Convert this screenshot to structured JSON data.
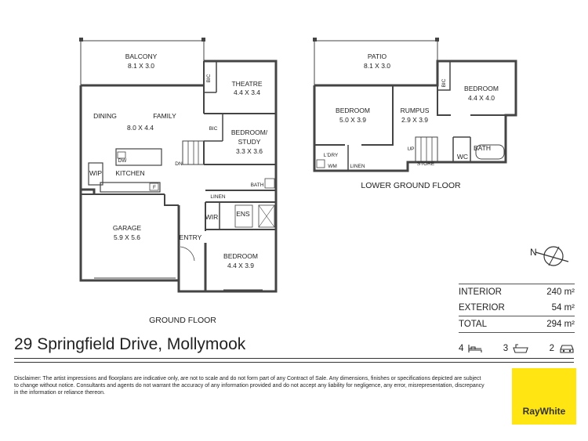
{
  "ground_floor": {
    "title": "GROUND FLOOR",
    "balcony": {
      "name": "BALCONY",
      "size": "8.1 X 3.0"
    },
    "bic": "BIC",
    "theatre": {
      "name": "THEATRE",
      "size": "4.4 X 3.4"
    },
    "dining": "DINING",
    "family": "FAMILY",
    "living_size": "8.0 X 4.4",
    "bic2": "BIC",
    "bedroom_study": {
      "name": "BEDROOM/",
      "name2": "STUDY",
      "size": "3.3 X 3.6"
    },
    "dw": "DW",
    "dn": "DN",
    "wip": "WIP",
    "kitchen": "KITCHEN",
    "f": "F",
    "bath": "BATH",
    "linen": "LINEN",
    "wir": "WIR",
    "ens": "ENS",
    "garage": {
      "name": "GARAGE",
      "size": "5.9 X 5.6"
    },
    "entry": "ENTRY",
    "bedroom": {
      "name": "BEDROOM",
      "size": "4.4 X 3.9"
    }
  },
  "lower_floor": {
    "title": "LOWER GROUND FLOOR",
    "patio": {
      "name": "PATIO",
      "size": "8.1 X 3.0"
    },
    "bedroom_left": {
      "name": "BEDROOM",
      "size": "5.0 X 3.9"
    },
    "rumpus": {
      "name": "RUMPUS",
      "size": "2.9 X 3.9"
    },
    "bic": "BIC",
    "bedroom_right": {
      "name": "BEDROOM",
      "size": "4.4 X 4.0"
    },
    "ldry": "L'DRY",
    "wm": "WM",
    "linen": "LINEN",
    "up": "UP",
    "store": "STORE",
    "wc": "WC",
    "bath": "BATH"
  },
  "compass": {
    "label": "N"
  },
  "areas": [
    {
      "label": "INTERIOR",
      "value": "240 m²"
    },
    {
      "label": "EXTERIOR",
      "value": "54 m²"
    },
    {
      "label": "TOTAL",
      "value": "294 m²"
    }
  ],
  "features": {
    "bedrooms": "4",
    "bathrooms": "3",
    "car_spaces": "2",
    "bed_icon": "bed-icon",
    "bath_icon": "bathtub-icon",
    "car_icon": "car-icon"
  },
  "address": "29 Springfield Drive, Mollymook",
  "disclaimer": "Disclaimer:  The artist impressions and floorplans are indicative only, are not to scale and do not form part of any Contract of Sale. Any dimensions, finishes or specifications depicted are subject to change without notice. Consultants and agents do not warrant the accuracy of any information provided and do not accept any liability for negligence, any error, misrepresentation, discrepancy in the information or reliance thereon.",
  "brand": {
    "name": "RayWhite",
    "color": "#ffe512"
  }
}
